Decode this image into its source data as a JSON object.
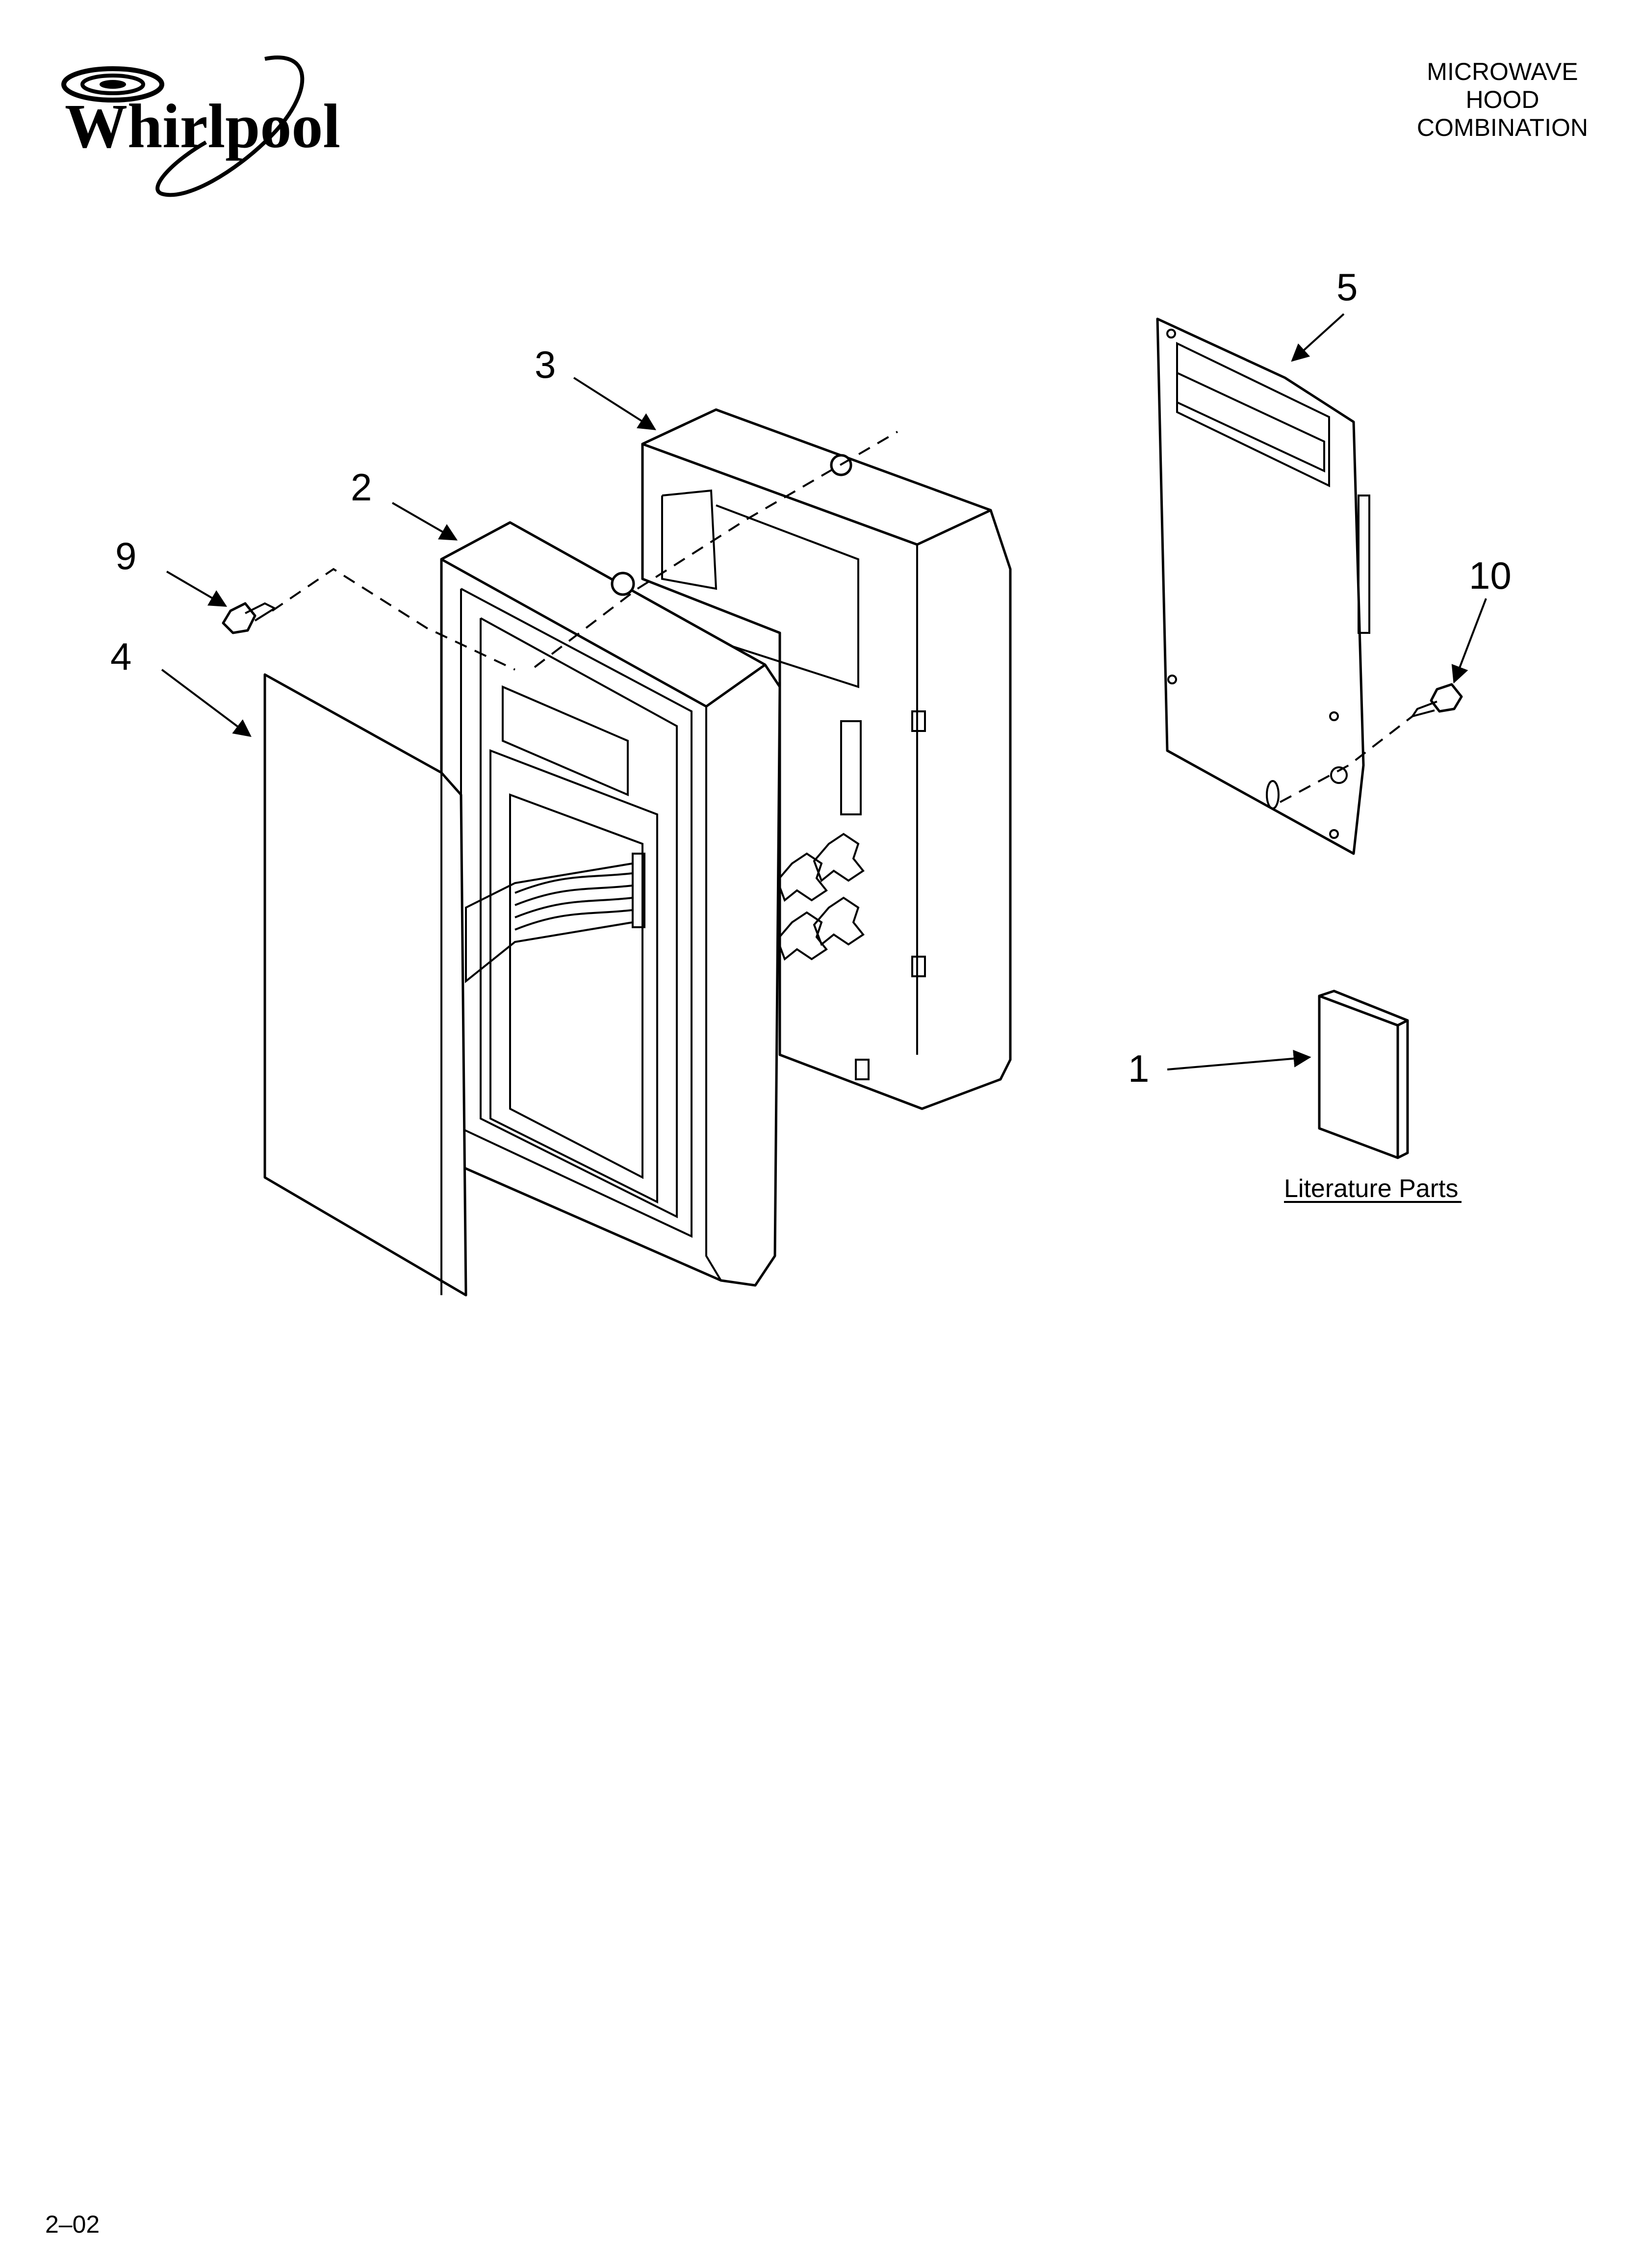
{
  "brand": {
    "logo_text": "Whirlpool"
  },
  "header": {
    "title_lines": [
      "MICROWAVE",
      "HOOD",
      "COMBINATION"
    ]
  },
  "callouts": {
    "c1": "1",
    "c2": "2",
    "c3": "3",
    "c4": "4",
    "c5": "5",
    "c9": "9",
    "c10": "10"
  },
  "literature_label": "Literature Parts",
  "footer": {
    "page_code": "2–02"
  }
}
